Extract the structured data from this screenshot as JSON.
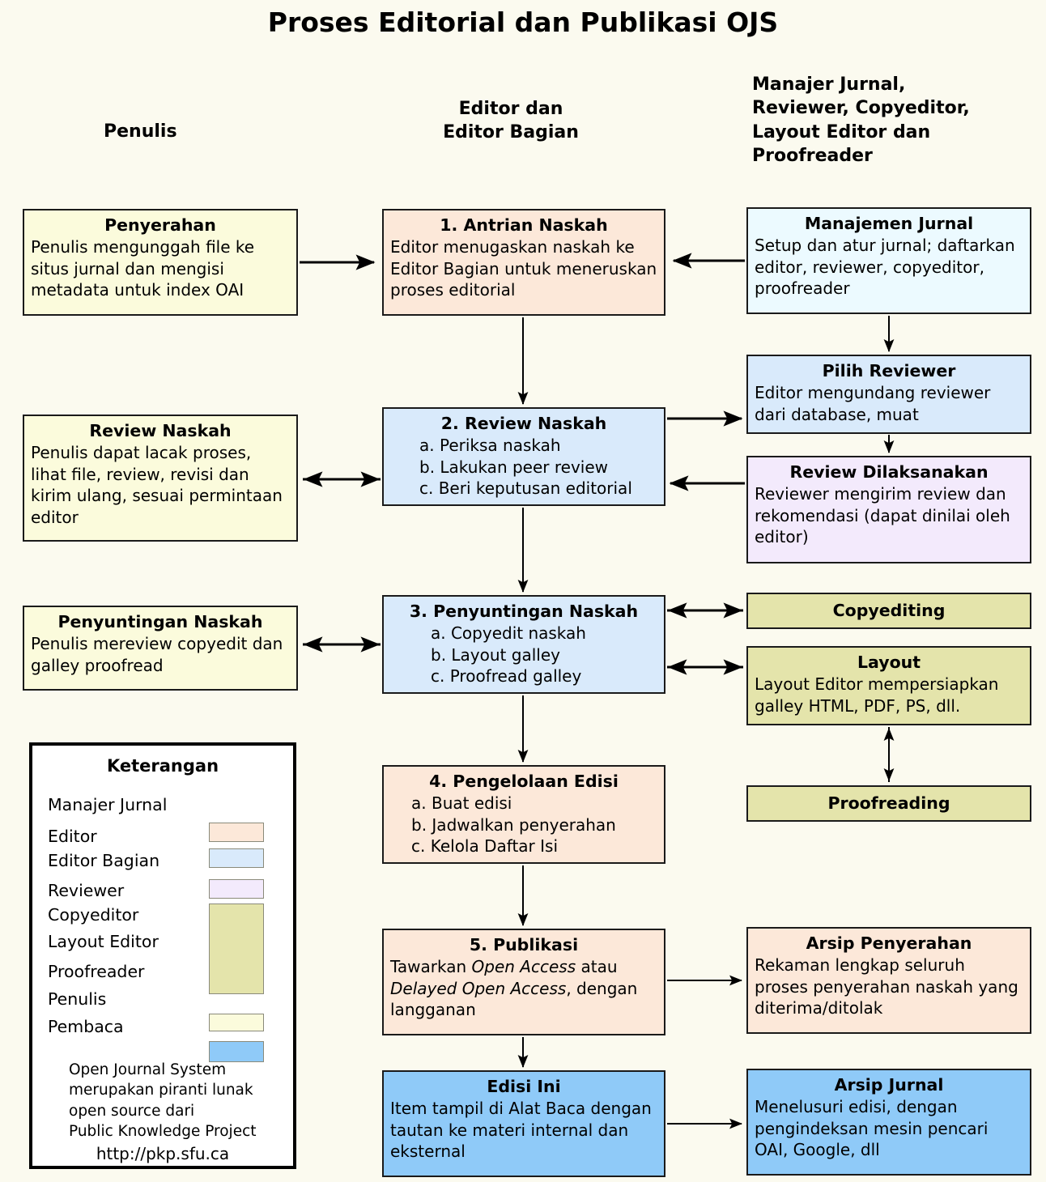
{
  "title": "Proses Editorial dan Publikasi OJS",
  "column_headers": [
    {
      "id": "penulis",
      "label": "Penulis"
    },
    {
      "id": "editor",
      "label": "Editor dan\nEditor Bagian"
    },
    {
      "id": "lainnya",
      "label": "Manajer Jurnal,\nReviewer, Copyeditor,\nLayout Editor dan\nProofreader"
    }
  ],
  "colors": {
    "background": "#fbfaef",
    "author_yellow": "#fbfbdc",
    "editor_peach": "#fce8d9",
    "section_editor_blue": "#d9eafb",
    "journal_manager_white": "#ecfaff",
    "reviewer_purple": "#f3eafc",
    "copyeditor_olive": "#e4e4ab",
    "reader_blue": "#8fcaf8",
    "border": "#1a1a1a"
  },
  "boxes": {
    "penyerahan": {
      "title": "Penyerahan",
      "body": "Penulis mengunggah file ke situs jurnal dan mengisi metadata untuk index OAI"
    },
    "antrian_naskah": {
      "title": "1. Antrian Naskah",
      "body": "Editor menugaskan naskah ke Editor Bagian untuk meneruskan proses editorial"
    },
    "manajemen_jurnal": {
      "title": "Manajemen Jurnal",
      "body": "Setup dan atur jurnal; daftarkan editor, reviewer, copyeditor, proofreader"
    },
    "pilih_reviewer": {
      "title": "Pilih Reviewer",
      "body": "Editor mengundang reviewer dari database, muat"
    },
    "review_naskah_penulis": {
      "title": "Review Naskah",
      "body": "Penulis dapat lacak proses, lihat file, review, revisi dan kirim ulang, sesuai permintaan editor"
    },
    "review_naskah": {
      "title": "2. Review Naskah",
      "body": "a. Periksa naskah\nb. Lakukan peer review\nc. Beri keputusan editorial"
    },
    "review_dilaksanakan": {
      "title": "Review Dilaksanakan",
      "body": "Reviewer mengirim review dan rekomendasi (dapat dinilai oleh editor)"
    },
    "penyuntingan_penulis": {
      "title": "Penyuntingan Naskah",
      "body": "Penulis mereview copyedit dan galley proofread"
    },
    "penyuntingan_naskah": {
      "title": "3. Penyuntingan Naskah",
      "body": "a. Copyedit naskah\nb. Layout galley\nc. Proofread galley"
    },
    "copyediting": {
      "title": "Copyediting",
      "body": ""
    },
    "layout": {
      "title": "Layout",
      "body": "Layout Editor mempersiapkan galley HTML, PDF, PS, dll."
    },
    "proofreading": {
      "title": "Proofreading",
      "body": ""
    },
    "pengelolaan_edisi": {
      "title": "4. Pengelolaan Edisi",
      "body": "a. Buat edisi\nb. Jadwalkan penyerahan\nc. Kelola Daftar Isi"
    },
    "publikasi": {
      "title": "5. Publikasi",
      "body_parts": [
        {
          "text": "Tawarkan ",
          "italic": false
        },
        {
          "text": "Open Access",
          "italic": true
        },
        {
          "text": " atau ",
          "italic": false
        },
        {
          "text": "Delayed Open Access",
          "italic": true
        },
        {
          "text": ", dengan langganan",
          "italic": false
        }
      ]
    },
    "arsip_penyerahan": {
      "title": "Arsip Penyerahan",
      "body": "Rekaman lengkap seluruh proses penyerahan naskah yang diterima/ditolak"
    },
    "edisi_ini": {
      "title": "Edisi Ini",
      "body": "Item tampil di Alat Baca dengan tautan ke materi internal dan eksternal"
    },
    "arsip_jurnal": {
      "title": "Arsip Jurnal",
      "body": "Menelusuri edisi, dengan pengindeksan mesin pencari OAI, Google, dll"
    }
  },
  "legend": {
    "title": "Keterangan",
    "items": [
      {
        "label": "Manajer Jurnal",
        "color": ""
      },
      {
        "label": "Editor",
        "color": "#fce8d9"
      },
      {
        "label": "Editor Bagian",
        "color": "#d9eafb"
      },
      {
        "label": "Reviewer",
        "color": "#f3eafc"
      },
      {
        "label": "Copyeditor",
        "color": "#e4e4ab"
      },
      {
        "label": "Layout Editor",
        "color": "#e4e4ab"
      },
      {
        "label": "Proofreader",
        "color": "#e4e4ab"
      },
      {
        "label": "Penulis",
        "color": "#fbfbdc"
      },
      {
        "label": "Pembaca",
        "color": "#8fcaf8"
      }
    ],
    "note": "Open Journal System\nmerupakan piranti lunak\nopen source dari\nPublic Knowledge Project",
    "url": "http://pkp.sfu.ca"
  }
}
